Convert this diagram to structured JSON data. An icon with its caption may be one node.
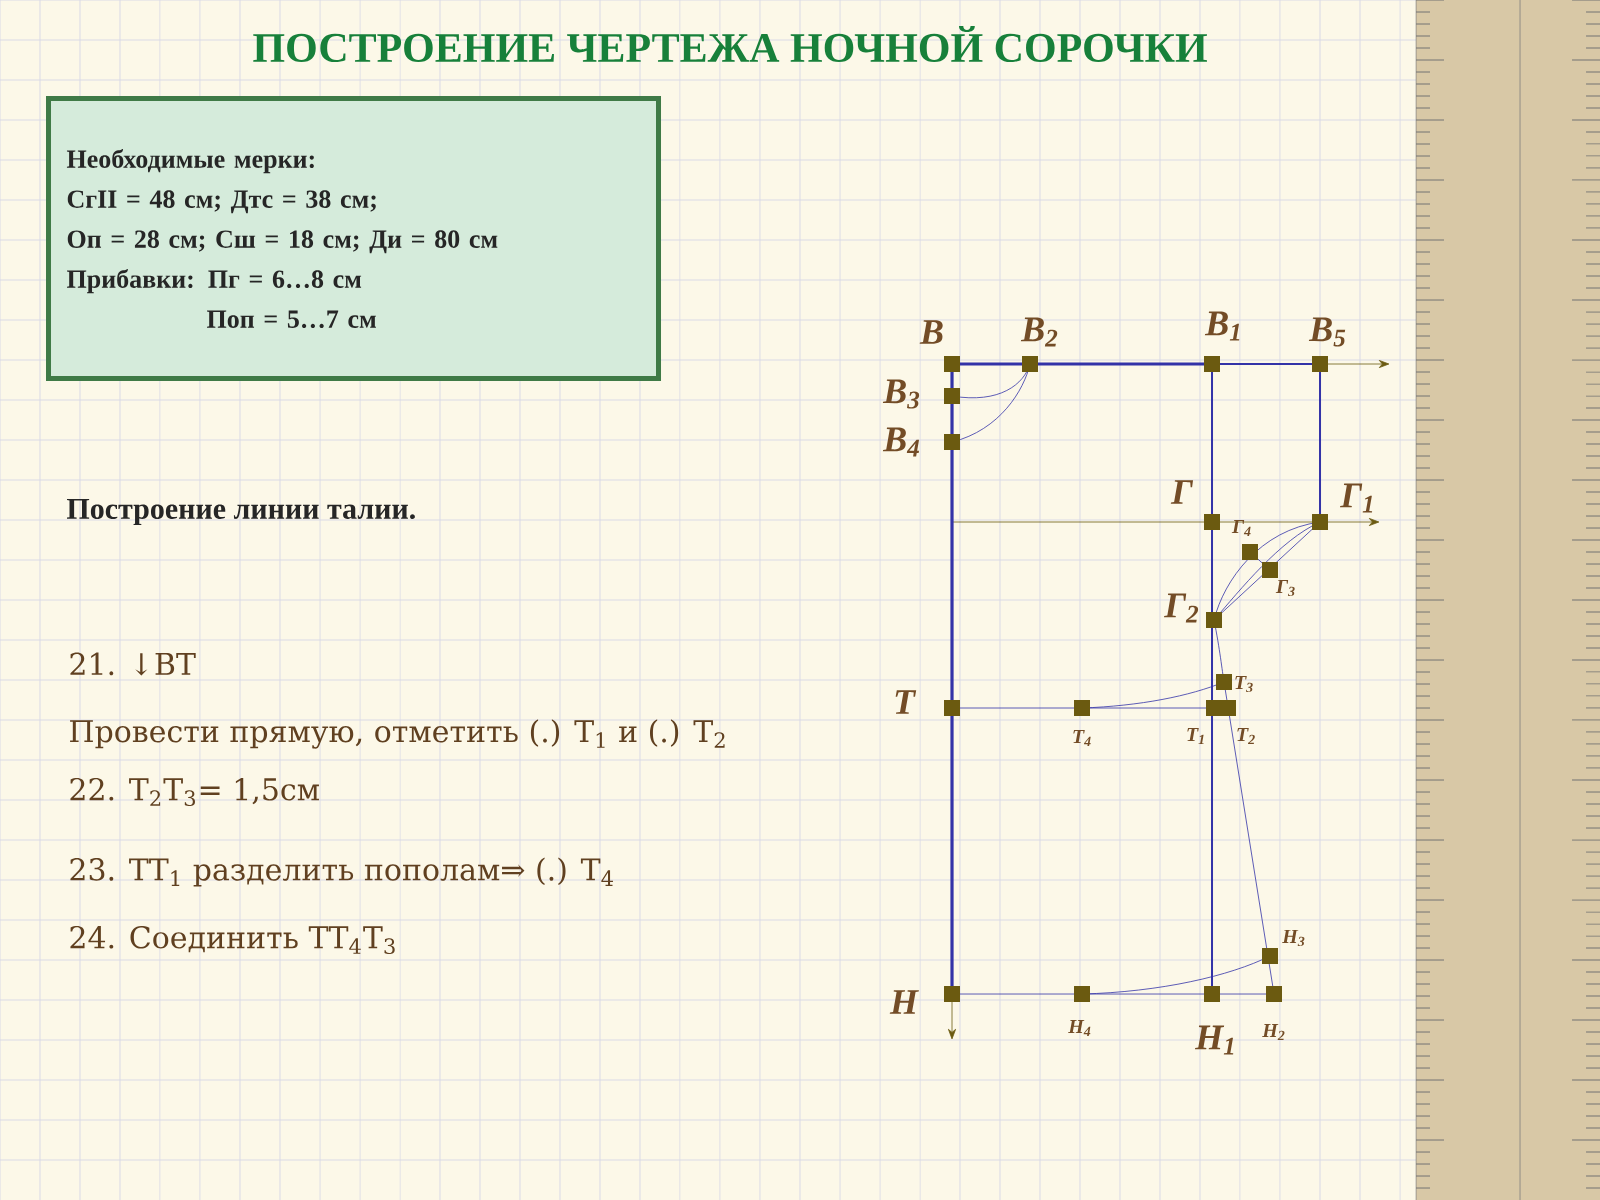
{
  "diagram": {
    "title": "ПОСТРОЕНИЕ ЧЕРТЕЖА НОЧНОЙ СОРОЧКИ",
    "nodes": [
      {
        "text": [
          "Необходимые мерки:",
          "СгII = 48 см;      Дтс = 38 см;",
          "Оп = 28 см;   Сш = 18 см;  Ди = 80 см",
          "Прибавки: Пг = 6…8 см",
          "Поп = 5…7 см"
        ]
      }
    ],
    "labels": [
      "Построение линии талии.",
      "В",
      "В$_{2}$",
      "В$_{1}$",
      "В$_{5}$",
      "В$_{3}$",
      "В$_{4}$",
      "Г",
      "Г$_{1}$",
      "Г$_{4}$",
      "Г$_{3}$",
      "Г$_{2}$",
      "Т",
      "Т$_{3}$",
      "Т$_{4}$",
      "Т$_{1}$",
      "Т$_{2}$",
      "Н$_{3}$",
      "Н",
      "Н$_{4}$",
      "Н$_{1}$",
      "Н$_{2}$",
      "21. ↓ВТ",
      "Провести прямую, отметить (.) Т$_{1}$ и (.) Т$_{2}$",
      "22. Т$_{2}$Т$_{3}$= 1,5см",
      "23. ТТ$_{1}$ разделить пополам⇒ (.) Т$_{4}$",
      "24. Соединить  ТТ$_{4}$Т$_{3}$"
    ]
  }
}
